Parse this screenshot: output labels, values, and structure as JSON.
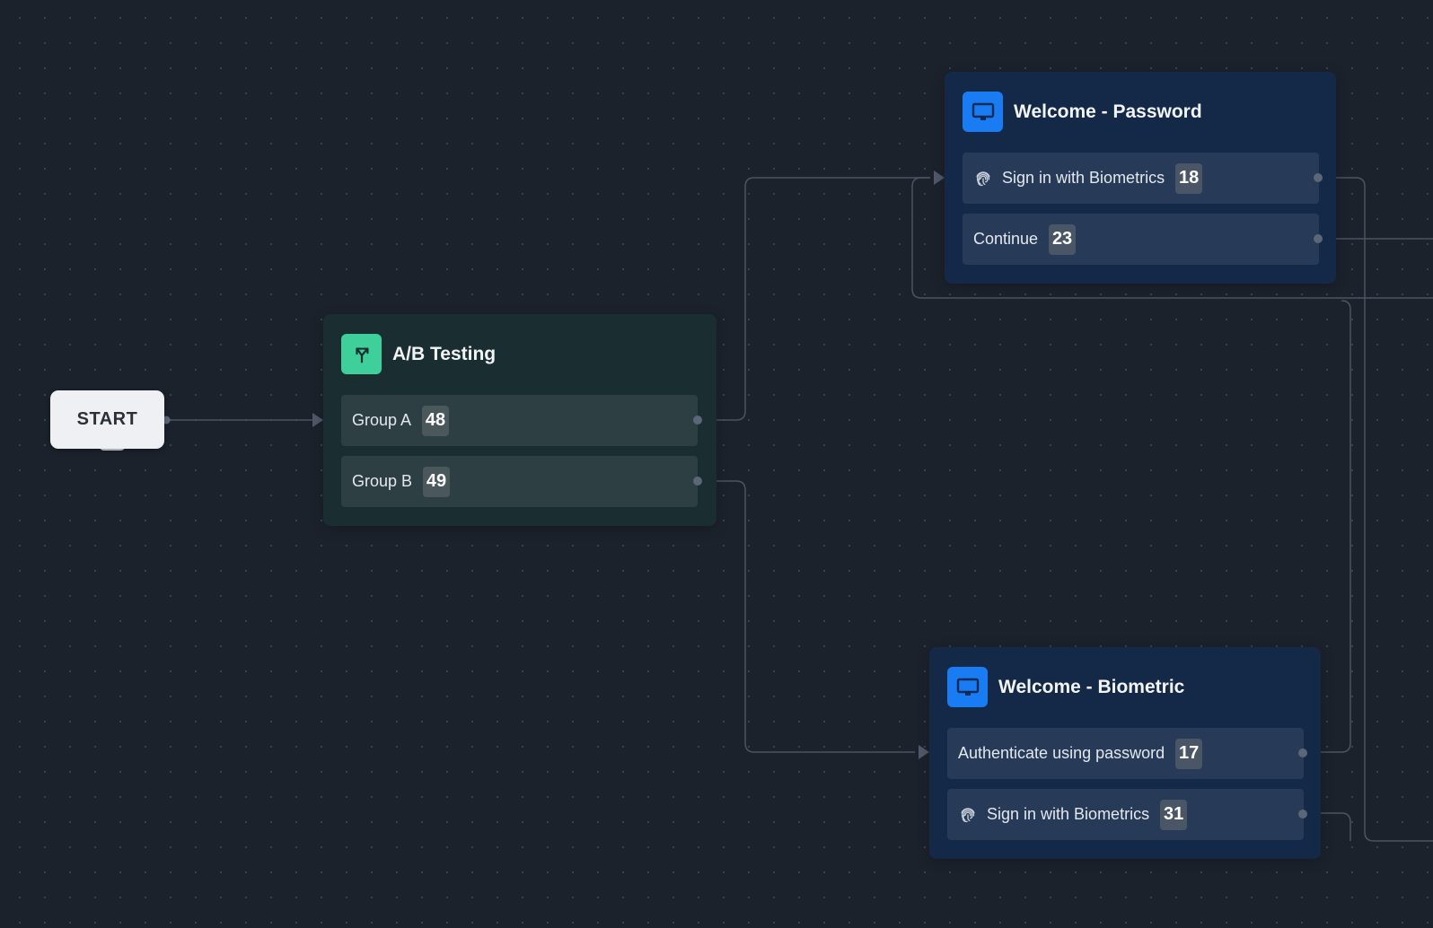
{
  "start": {
    "label": "START"
  },
  "nodes": {
    "ab_testing": {
      "title": "A/B Testing",
      "icon": "split-arrows-icon",
      "ports": [
        {
          "label": "Group A",
          "count": "48"
        },
        {
          "label": "Group B",
          "count": "49"
        }
      ]
    },
    "welcome_password": {
      "title": "Welcome - Password",
      "icon": "monitor-icon",
      "ports": [
        {
          "label": "Sign in with Biometrics",
          "count": "18",
          "icon": "fingerprint-icon"
        },
        {
          "label": "Continue",
          "count": "23"
        }
      ]
    },
    "welcome_biometric": {
      "title": "Welcome - Biometric",
      "icon": "monitor-icon",
      "ports": [
        {
          "label": "Authenticate using password",
          "count": "17"
        },
        {
          "label": "Sign in with Biometrics",
          "count": "31",
          "icon": "fingerprint-icon"
        }
      ]
    }
  },
  "colors": {
    "canvas_bg": "#1c222c",
    "ab_node_bg": "#1a2d31",
    "screen_node_bg": "#142848",
    "ab_icon_accent": "#3ecf9a",
    "screen_icon_accent": "#1a7cf2",
    "edge": "#4a5462"
  }
}
